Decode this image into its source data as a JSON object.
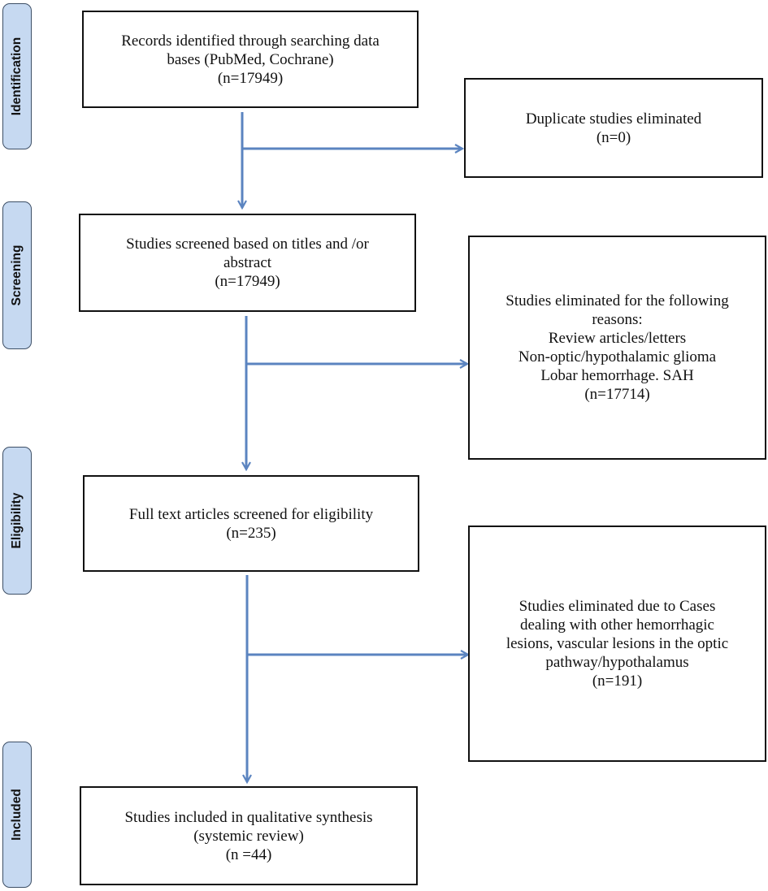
{
  "stages": {
    "identification": "Identification",
    "screening": "Screening",
    "eligibility": "Eligibility",
    "included": "Included"
  },
  "boxes": {
    "records_identified": {
      "lines": [
        "Records identified through searching data",
        "bases (PubMed, Cochrane)",
        "(n=17949)"
      ]
    },
    "duplicates": {
      "lines": [
        "Duplicate studies eliminated",
        "(n=0)"
      ]
    },
    "screened": {
      "lines": [
        "Studies screened based on titles and /or",
        "abstract",
        "(n=17949)"
      ]
    },
    "excluded_screening": {
      "lines": [
        "Studies eliminated for the following",
        "reasons:",
        "Review articles/letters",
        "Non-optic/hypothalamic glioma",
        "Lobar hemorrhage. SAH",
        "(n=17714)"
      ]
    },
    "full_text": {
      "lines": [
        "Full text articles screened for eligibility",
        "(n=235)"
      ]
    },
    "excluded_eligibility": {
      "lines": [
        "Studies eliminated due to Cases",
        "dealing with other hemorrhagic",
        "lesions, vascular lesions in the optic",
        "pathway/hypothalamus",
        "(n=191)"
      ]
    },
    "included": {
      "lines": [
        "Studies included in qualitative synthesis",
        "(systemic review)",
        "(n =44)"
      ]
    }
  },
  "colors": {
    "stage_fill": "#c6d9f1",
    "stage_border": "#3d4f66",
    "arrow": "#5b84c0",
    "box_border": "#111111"
  }
}
